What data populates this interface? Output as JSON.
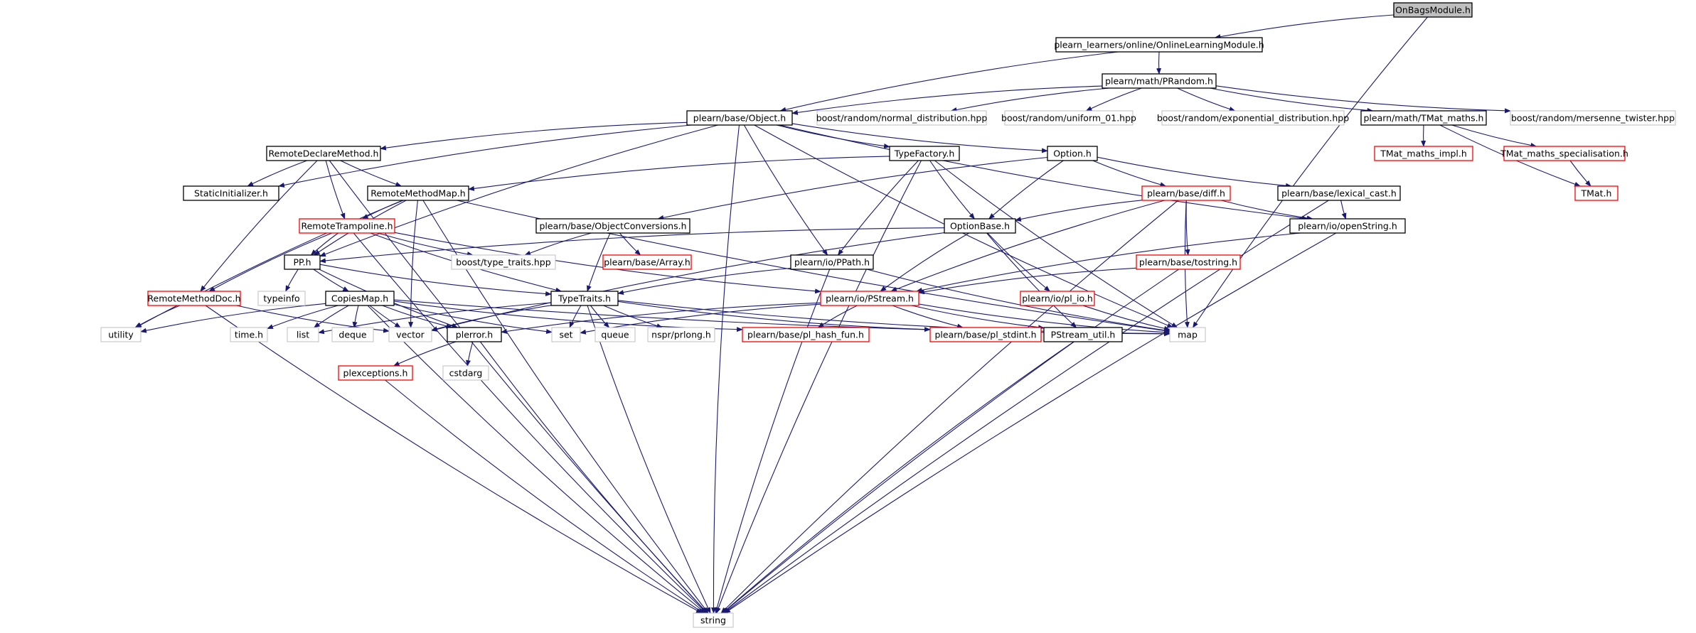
{
  "colors": {
    "edge": "#191970",
    "normal_border": "#000000",
    "truncated_border": "#ff0000",
    "external_border": "#bfbfbf",
    "root_fill": "#bfbfbf",
    "node_fill": "#ffffff",
    "text": "#000000"
  },
  "nodes": [
    {
      "id": "onbags",
      "label": "OnBagsModule.h",
      "kind": "root"
    },
    {
      "id": "olm",
      "label": "plearn_learners/online/OnlineLearningModule.h",
      "kind": "normal"
    },
    {
      "id": "prandom",
      "label": "plearn/math/PRandom.h",
      "kind": "normal"
    },
    {
      "id": "object",
      "label": "plearn/base/Object.h",
      "kind": "normal"
    },
    {
      "id": "normal_dist",
      "label": "boost/random/normal_distribution.hpp",
      "kind": "external"
    },
    {
      "id": "uniform01",
      "label": "boost/random/uniform_01.hpp",
      "kind": "external"
    },
    {
      "id": "exp_dist",
      "label": "boost/random/exponential_distribution.hpp",
      "kind": "external"
    },
    {
      "id": "tmat_maths",
      "label": "plearn/math/TMat_maths.h",
      "kind": "normal"
    },
    {
      "id": "mersenne",
      "label": "boost/random/mersenne_twister.hpp",
      "kind": "external"
    },
    {
      "id": "rdm",
      "label": "RemoteDeclareMethod.h",
      "kind": "normal"
    },
    {
      "id": "typefactory",
      "label": "TypeFactory.h",
      "kind": "normal"
    },
    {
      "id": "option",
      "label": "Option.h",
      "kind": "normal"
    },
    {
      "id": "tmat_impl",
      "label": "TMat_maths_impl.h",
      "kind": "truncated"
    },
    {
      "id": "tmat_spec",
      "label": "TMat_maths_specialisation.h",
      "kind": "truncated"
    },
    {
      "id": "staticinit",
      "label": "StaticInitializer.h",
      "kind": "normal"
    },
    {
      "id": "rmm",
      "label": "RemoteMethodMap.h",
      "kind": "normal"
    },
    {
      "id": "diff",
      "label": "plearn/base/diff.h",
      "kind": "truncated"
    },
    {
      "id": "lexcast",
      "label": "plearn/base/lexical_cast.h",
      "kind": "normal"
    },
    {
      "id": "tmat",
      "label": "TMat.h",
      "kind": "truncated"
    },
    {
      "id": "rtramp",
      "label": "RemoteTrampoline.h",
      "kind": "truncated"
    },
    {
      "id": "objconv",
      "label": "plearn/base/ObjectConversions.h",
      "kind": "normal"
    },
    {
      "id": "optionbase",
      "label": "OptionBase.h",
      "kind": "normal"
    },
    {
      "id": "openstring",
      "label": "plearn/io/openString.h",
      "kind": "normal"
    },
    {
      "id": "pp",
      "label": "PP.h",
      "kind": "normal"
    },
    {
      "id": "typetraits_hpp",
      "label": "boost/type_traits.hpp",
      "kind": "external"
    },
    {
      "id": "array",
      "label": "plearn/base/Array.h",
      "kind": "truncated"
    },
    {
      "id": "ppath",
      "label": "plearn/io/PPath.h",
      "kind": "normal"
    },
    {
      "id": "tostring",
      "label": "plearn/base/tostring.h",
      "kind": "truncated"
    },
    {
      "id": "rmdoc",
      "label": "RemoteMethodDoc.h",
      "kind": "truncated"
    },
    {
      "id": "typeinfo",
      "label": "typeinfo",
      "kind": "external"
    },
    {
      "id": "copiesmap",
      "label": "CopiesMap.h",
      "kind": "normal"
    },
    {
      "id": "typetraits",
      "label": "TypeTraits.h",
      "kind": "normal"
    },
    {
      "id": "pstream",
      "label": "plearn/io/PStream.h",
      "kind": "truncated"
    },
    {
      "id": "pl_io",
      "label": "plearn/io/pl_io.h",
      "kind": "truncated"
    },
    {
      "id": "utility",
      "label": "utility",
      "kind": "external"
    },
    {
      "id": "time",
      "label": "time.h",
      "kind": "external"
    },
    {
      "id": "list",
      "label": "list",
      "kind": "external"
    },
    {
      "id": "deque",
      "label": "deque",
      "kind": "external"
    },
    {
      "id": "vector",
      "label": "vector",
      "kind": "external"
    },
    {
      "id": "plerror",
      "label": "plerror.h",
      "kind": "normal"
    },
    {
      "id": "set",
      "label": "set",
      "kind": "external"
    },
    {
      "id": "queue",
      "label": "queue",
      "kind": "external"
    },
    {
      "id": "prlong",
      "label": "nspr/prlong.h",
      "kind": "external"
    },
    {
      "id": "hashfun",
      "label": "plearn/base/pl_hash_fun.h",
      "kind": "truncated"
    },
    {
      "id": "stdint",
      "label": "plearn/base/pl_stdint.h",
      "kind": "truncated"
    },
    {
      "id": "pstreamutil",
      "label": "PStream_util.h",
      "kind": "normal"
    },
    {
      "id": "map",
      "label": "map",
      "kind": "external"
    },
    {
      "id": "plexceptions",
      "label": "plexceptions.h",
      "kind": "truncated"
    },
    {
      "id": "cstdarg",
      "label": "cstdarg",
      "kind": "external"
    },
    {
      "id": "string",
      "label": "string",
      "kind": "external"
    }
  ],
  "edges": [
    [
      "onbags",
      "olm"
    ],
    [
      "onbags",
      "map"
    ],
    [
      "olm",
      "prandom"
    ],
    [
      "olm",
      "object"
    ],
    [
      "prandom",
      "object"
    ],
    [
      "prandom",
      "normal_dist"
    ],
    [
      "prandom",
      "uniform01"
    ],
    [
      "prandom",
      "exp_dist"
    ],
    [
      "prandom",
      "tmat_maths"
    ],
    [
      "prandom",
      "mersenne"
    ],
    [
      "object",
      "rdm"
    ],
    [
      "object",
      "typefactory"
    ],
    [
      "object",
      "option"
    ],
    [
      "object",
      "staticinit"
    ],
    [
      "object",
      "pp"
    ],
    [
      "object",
      "ppath"
    ],
    [
      "object",
      "openstring"
    ],
    [
      "object",
      "map"
    ],
    [
      "object",
      "string"
    ],
    [
      "tmat_maths",
      "tmat_impl"
    ],
    [
      "tmat_maths",
      "tmat_spec"
    ],
    [
      "tmat_maths",
      "tmat"
    ],
    [
      "tmat_spec",
      "tmat"
    ],
    [
      "rdm",
      "staticinit"
    ],
    [
      "rdm",
      "rmm"
    ],
    [
      "rdm",
      "rtramp"
    ],
    [
      "rdm",
      "rmdoc"
    ],
    [
      "rdm",
      "string"
    ],
    [
      "typefactory",
      "rmm"
    ],
    [
      "typefactory",
      "optionbase"
    ],
    [
      "typefactory",
      "ppath"
    ],
    [
      "typefactory",
      "map"
    ],
    [
      "typefactory",
      "string"
    ],
    [
      "option",
      "objconv"
    ],
    [
      "option",
      "optionbase"
    ],
    [
      "option",
      "diff"
    ],
    [
      "option",
      "lexcast"
    ],
    [
      "rmm",
      "rtramp"
    ],
    [
      "rmm",
      "pp"
    ],
    [
      "rmm",
      "vector"
    ],
    [
      "rmm",
      "utility"
    ],
    [
      "rmm",
      "map"
    ],
    [
      "rmm",
      "string"
    ],
    [
      "diff",
      "optionbase"
    ],
    [
      "diff",
      "openstring"
    ],
    [
      "diff",
      "pstream"
    ],
    [
      "diff",
      "tostring"
    ],
    [
      "diff",
      "map"
    ],
    [
      "diff",
      "string"
    ],
    [
      "lexcast",
      "openstring"
    ],
    [
      "lexcast",
      "string"
    ],
    [
      "rtramp",
      "pp"
    ],
    [
      "rtramp",
      "typetraits_hpp"
    ],
    [
      "rtramp",
      "rmdoc"
    ],
    [
      "rtramp",
      "typetraits"
    ],
    [
      "rtramp",
      "pstream"
    ],
    [
      "rtramp",
      "string"
    ],
    [
      "objconv",
      "typetraits_hpp"
    ],
    [
      "objconv",
      "array"
    ],
    [
      "objconv",
      "typetraits"
    ],
    [
      "optionbase",
      "pp"
    ],
    [
      "optionbase",
      "pstream"
    ],
    [
      "optionbase",
      "pl_io"
    ],
    [
      "optionbase",
      "pstreamutil"
    ],
    [
      "optionbase",
      "vector"
    ],
    [
      "openstring",
      "pstream"
    ],
    [
      "openstring",
      "string"
    ],
    [
      "pp",
      "typeinfo"
    ],
    [
      "pp",
      "copiesmap"
    ],
    [
      "pp",
      "typetraits"
    ],
    [
      "pp",
      "plerror"
    ],
    [
      "ppath",
      "typetraits"
    ],
    [
      "ppath",
      "map"
    ],
    [
      "ppath",
      "string"
    ],
    [
      "tostring",
      "pstream"
    ],
    [
      "tostring",
      "string"
    ],
    [
      "rmdoc",
      "utility"
    ],
    [
      "rmdoc",
      "vector"
    ],
    [
      "rmdoc",
      "string"
    ],
    [
      "copiesmap",
      "utility"
    ],
    [
      "copiesmap",
      "time"
    ],
    [
      "copiesmap",
      "list"
    ],
    [
      "copiesmap",
      "deque"
    ],
    [
      "copiesmap",
      "vector"
    ],
    [
      "copiesmap",
      "set"
    ],
    [
      "copiesmap",
      "hashfun"
    ],
    [
      "copiesmap",
      "map"
    ],
    [
      "copiesmap",
      "plerror"
    ],
    [
      "copiesmap",
      "string"
    ],
    [
      "typetraits",
      "list"
    ],
    [
      "typetraits",
      "vector"
    ],
    [
      "typetraits",
      "set"
    ],
    [
      "typetraits",
      "queue"
    ],
    [
      "typetraits",
      "prlong"
    ],
    [
      "typetraits",
      "stdint"
    ],
    [
      "typetraits",
      "map"
    ],
    [
      "typetraits",
      "string"
    ],
    [
      "pstream",
      "plerror"
    ],
    [
      "pstream",
      "set"
    ],
    [
      "pstream",
      "hashfun"
    ],
    [
      "pstream",
      "stdint"
    ],
    [
      "pstream",
      "pstreamutil"
    ],
    [
      "pstream",
      "map"
    ],
    [
      "pl_io",
      "map"
    ],
    [
      "pstreamutil",
      "string"
    ],
    [
      "plerror",
      "plexceptions"
    ],
    [
      "plerror",
      "cstdarg"
    ],
    [
      "plerror",
      "string"
    ],
    [
      "plexceptions",
      "string"
    ]
  ]
}
